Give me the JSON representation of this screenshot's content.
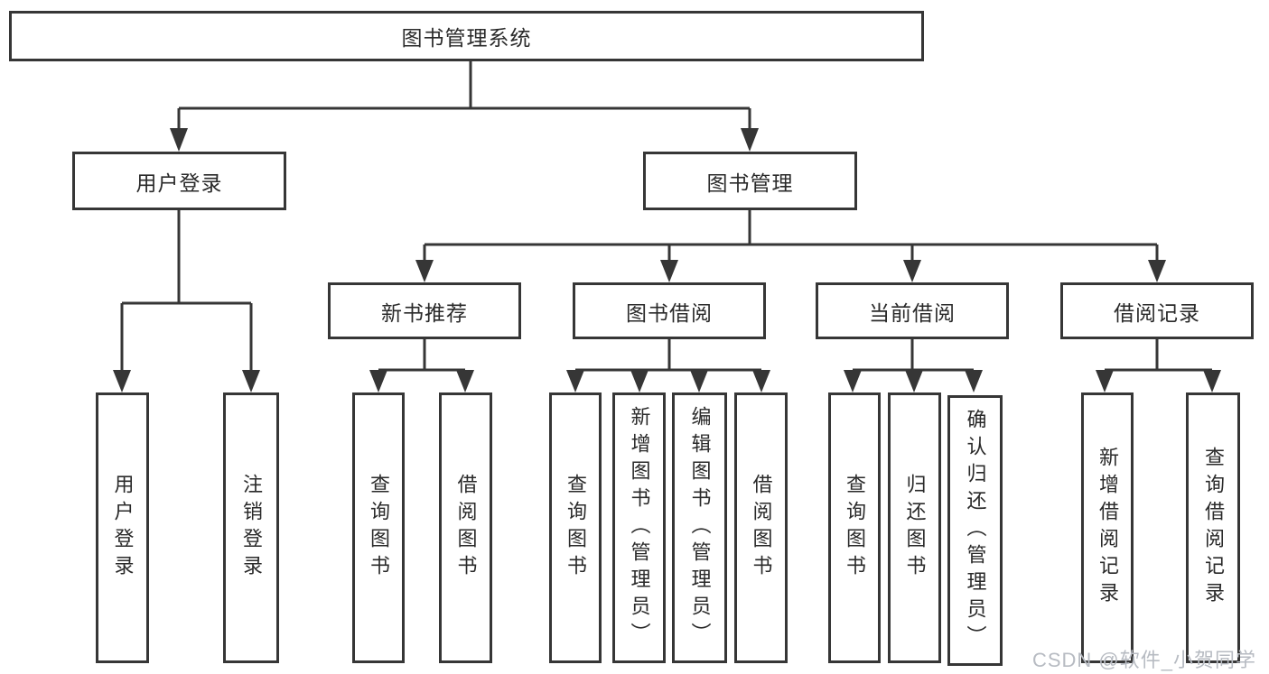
{
  "diagram": {
    "title": "图书管理系统",
    "user_login": {
      "label": "用户登录",
      "children": [
        "用户登录",
        "注销登录"
      ]
    },
    "book_management": {
      "label": "图书管理",
      "sections": [
        {
          "label": "新书推荐",
          "children": [
            "查询图书",
            "借阅图书"
          ]
        },
        {
          "label": "图书借阅",
          "children": [
            "查询图书",
            "新增图书（管理员）",
            "编辑图书（管理员）",
            "借阅图书"
          ]
        },
        {
          "label": "当前借阅",
          "children": [
            "查询图书",
            "归还图书",
            "确认归还（管理员）"
          ]
        },
        {
          "label": "借阅记录",
          "children": [
            "新增借阅记录",
            "查询借阅记录"
          ]
        }
      ]
    },
    "watermark": "CSDN @软件_小贺同学",
    "colors": {
      "line": "#363636",
      "text": "#2a2a2a",
      "watermark": "#b7bbc2",
      "box_background": "#ffffff"
    }
  }
}
